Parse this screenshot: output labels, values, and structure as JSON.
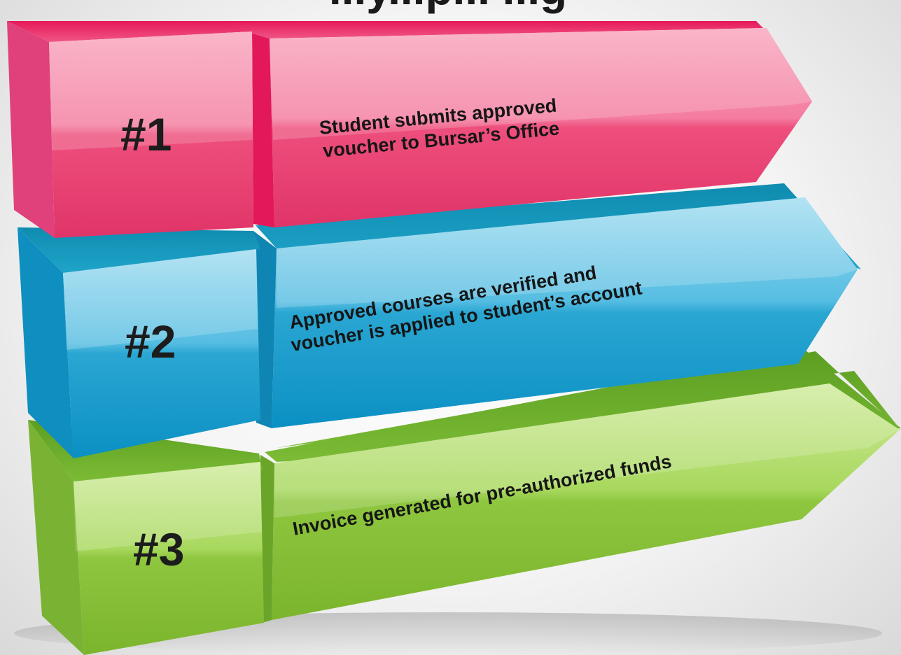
{
  "title": "...y...p... ...g",
  "steps": [
    {
      "number": "#1",
      "lines": [
        "Student submits approved",
        "voucher to Bursar’s Office"
      ],
      "color": "#ee4a7b"
    },
    {
      "number": "#2",
      "lines": [
        "Approved courses are verified and",
        "voucher is applied to student’s account"
      ],
      "color": "#2aa6d2"
    },
    {
      "number": "#3",
      "lines": [
        "Invoice generated for pre-authorized funds"
      ],
      "color": "#8cc63f"
    }
  ]
}
